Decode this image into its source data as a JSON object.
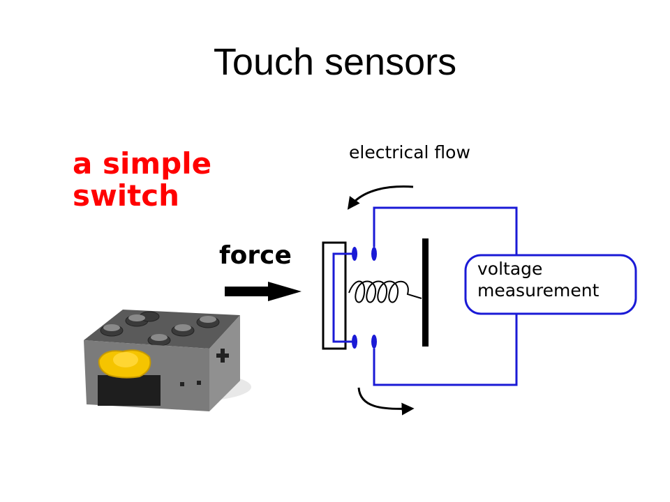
{
  "title": "Touch sensors",
  "switch_label": {
    "line1": "a simple",
    "line2": "switch"
  },
  "force_label": "force",
  "flow_label": "electrical flow",
  "meter_label": {
    "line1": "voltage",
    "line2": "measurement"
  },
  "colors": {
    "title": "#000000",
    "switch_label": "#ff0000",
    "wire": "#1a1ad6",
    "plate": "#000000",
    "sensor_body": "#6e6e6e",
    "sensor_button": "#f5c400"
  },
  "icons": {
    "sensor": "lego-touch-sensor-brick",
    "arrow": "right-arrow"
  }
}
